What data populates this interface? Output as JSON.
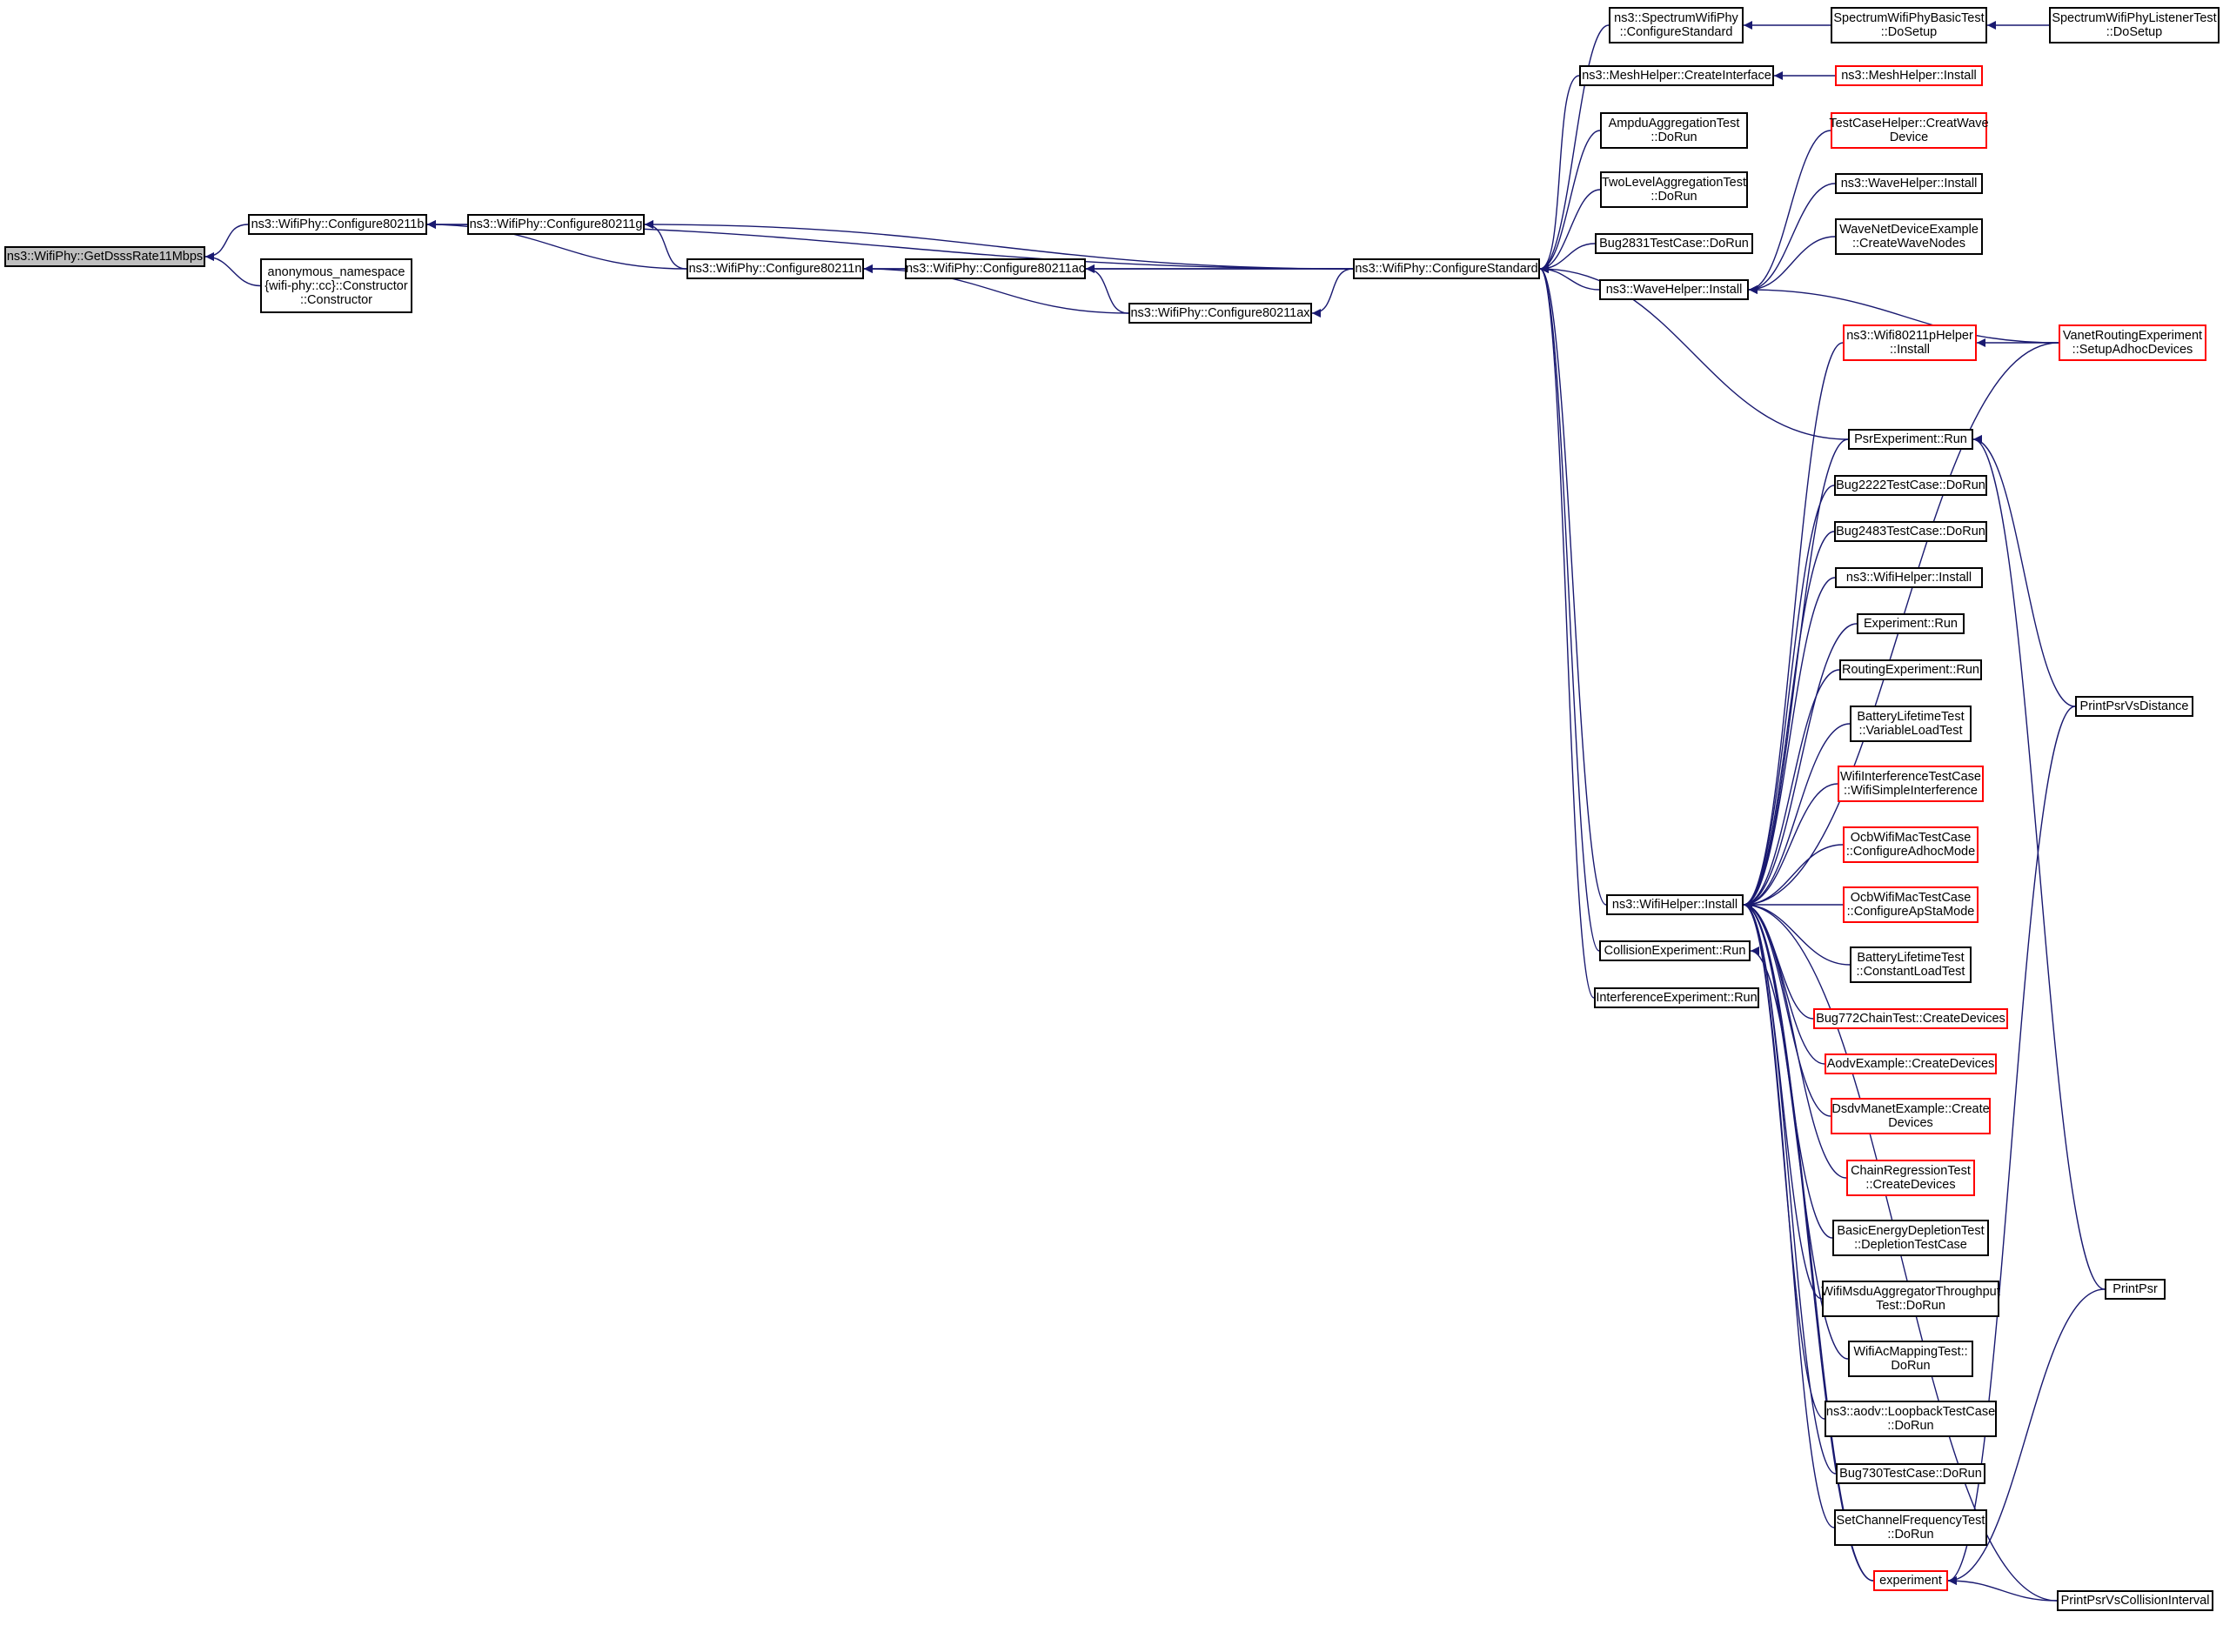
{
  "colors": {
    "edge": "#191970",
    "border": "#000000",
    "border_truncated": "#ff0000",
    "root_fill": "#bfbfbf"
  },
  "nodes": {
    "root": {
      "lines": [
        "ns3::WifiPhy::GetDsssRate11Mbps"
      ]
    },
    "cfg_b": {
      "lines": [
        "ns3::WifiPhy::Configure80211b"
      ]
    },
    "anon": {
      "lines": [
        "anonymous_namespace",
        "{wifi-phy::cc}::Constructor",
        "::Constructor"
      ]
    },
    "cfg_g": {
      "lines": [
        "ns3::WifiPhy::Configure80211g"
      ]
    },
    "cfg_n": {
      "lines": [
        "ns3::WifiPhy::Configure80211n"
      ]
    },
    "cfg_ac": {
      "lines": [
        "ns3::WifiPhy::Configure80211ac"
      ]
    },
    "cfg_ax": {
      "lines": [
        "ns3::WifiPhy::Configure80211ax"
      ]
    },
    "cfg_std": {
      "lines": [
        "ns3::WifiPhy::ConfigureStandard"
      ]
    },
    "spec_cfg": {
      "lines": [
        "ns3::SpectrumWifiPhy",
        "::ConfigureStandard"
      ]
    },
    "spec_basic": {
      "lines": [
        "SpectrumWifiPhyBasicTest",
        "::DoSetup"
      ]
    },
    "spec_listener": {
      "lines": [
        "SpectrumWifiPhyListenerTest",
        "::DoSetup"
      ]
    },
    "mesh_ci": {
      "lines": [
        "ns3::MeshHelper::CreateInterface"
      ]
    },
    "mesh_install": {
      "lines": [
        "ns3::MeshHelper::Install"
      ]
    },
    "ampdu": {
      "lines": [
        "AmpduAggregationTest",
        "::DoRun"
      ]
    },
    "twolevel": {
      "lines": [
        "TwoLevelAggregationTest",
        "::DoRun"
      ]
    },
    "bug2831": {
      "lines": [
        "Bug2831TestCase::DoRun"
      ]
    },
    "wave_install": {
      "lines": [
        "ns3::WaveHelper::Install"
      ]
    },
    "tch_creat": {
      "lines": [
        "TestCaseHelper::CreatWave",
        "Device"
      ]
    },
    "wave_install2": {
      "lines": [
        "ns3::WaveHelper::Install"
      ]
    },
    "wavenet": {
      "lines": [
        "WaveNetDeviceExample",
        "::CreateWaveNodes"
      ]
    },
    "vanet": {
      "lines": [
        "VanetRoutingExperiment",
        "::SetupAdhocDevices"
      ]
    },
    "wifi80211p": {
      "lines": [
        "ns3::Wifi80211pHelper",
        "::Install"
      ]
    },
    "psr_run": {
      "lines": [
        "PsrExperiment::Run"
      ]
    },
    "bug2222": {
      "lines": [
        "Bug2222TestCase::DoRun"
      ]
    },
    "bug2483": {
      "lines": [
        "Bug2483TestCase::DoRun"
      ]
    },
    "wifi_install2": {
      "lines": [
        "ns3::WifiHelper::Install"
      ]
    },
    "exp_run": {
      "lines": [
        "Experiment::Run"
      ]
    },
    "routing_run": {
      "lines": [
        "RoutingExperiment::Run"
      ]
    },
    "battery_var": {
      "lines": [
        "BatteryLifetimeTest",
        "::VariableLoadTest"
      ]
    },
    "wifi_interf": {
      "lines": [
        "WifiInterferenceTestCase",
        "::WifiSimpleInterference"
      ]
    },
    "ocb_adhoc": {
      "lines": [
        "OcbWifiMacTestCase",
        "::ConfigureAdhocMode"
      ]
    },
    "wifi_install": {
      "lines": [
        "ns3::WifiHelper::Install"
      ]
    },
    "ocb_apsta": {
      "lines": [
        "OcbWifiMacTestCase",
        "::ConfigureApStaMode"
      ]
    },
    "collision_run": {
      "lines": [
        "CollisionExperiment::Run"
      ]
    },
    "battery_const": {
      "lines": [
        "BatteryLifetimeTest",
        "::ConstantLoadTest"
      ]
    },
    "interf_run": {
      "lines": [
        "InterferenceExperiment::Run"
      ]
    },
    "bug772": {
      "lines": [
        "Bug772ChainTest::CreateDevices"
      ]
    },
    "aodv_ex": {
      "lines": [
        "AodvExample::CreateDevices"
      ]
    },
    "dsdv": {
      "lines": [
        "DsdvManetExample::Create",
        "Devices"
      ]
    },
    "chain_reg": {
      "lines": [
        "ChainRegressionTest",
        "::CreateDevices"
      ]
    },
    "basic_energy": {
      "lines": [
        "BasicEnergyDepletionTest",
        "::DepletionTestCase"
      ]
    },
    "msdu": {
      "lines": [
        "WifiMsduAggregatorThroughput",
        "Test::DoRun"
      ]
    },
    "ac_mapping": {
      "lines": [
        "WifiAcMappingTest::",
        "DoRun"
      ]
    },
    "aodv_loop": {
      "lines": [
        "ns3::aodv::LoopbackTestCase",
        "::DoRun"
      ]
    },
    "bug730": {
      "lines": [
        "Bug730TestCase::DoRun"
      ]
    },
    "setchan": {
      "lines": [
        "SetChannelFrequencyTest",
        "::DoRun"
      ]
    },
    "experiment": {
      "lines": [
        "experiment"
      ]
    },
    "printpsrdist": {
      "lines": [
        "PrintPsrVsDistance"
      ]
    },
    "printpsr": {
      "lines": [
        "PrintPsr"
      ]
    },
    "printpsrcoll": {
      "lines": [
        "PrintPsrVsCollisionInterval"
      ]
    }
  }
}
